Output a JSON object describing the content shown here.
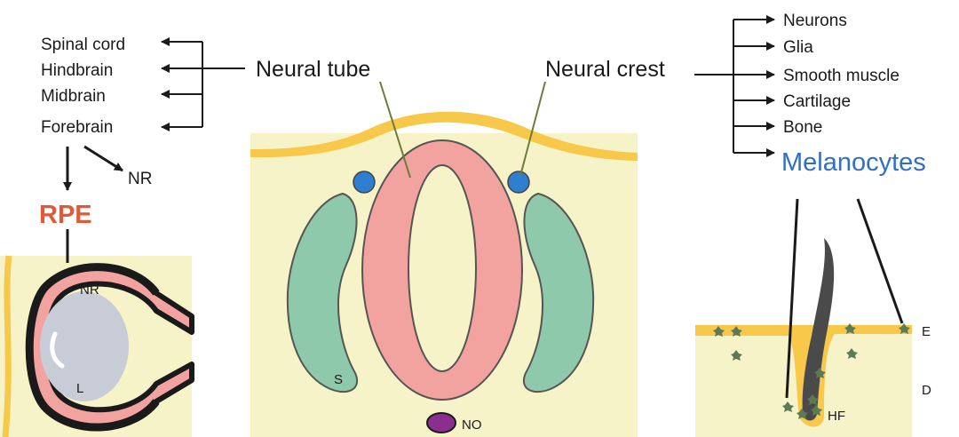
{
  "brain_regions": [
    "Spinal cord",
    "Hindbrain",
    "Midbrain",
    "Forebrain"
  ],
  "neural_tube": "Neural tube",
  "neural_crest": "Neural crest",
  "crest_derivatives": [
    "Neurons",
    "Glia",
    "Smooth muscle",
    "Cartilage",
    "Bone"
  ],
  "melanocytes": "Melanocytes",
  "forebrain_targets": {
    "nr": "NR",
    "rpe": "RPE"
  },
  "eye_labels": {
    "nr": "NR",
    "lens": "L"
  },
  "embryo_labels": {
    "somite": "S",
    "notochord": "NO"
  },
  "skin_labels": {
    "epidermis": "E",
    "dermis": "D",
    "hair_follicle": "HF"
  },
  "colors": {
    "tissue": "#f7f3c8",
    "surface": "#f7c84a",
    "neural_tube": "#f2a3a0",
    "somite": "#8fc9ac",
    "crest_cell": "#2f7fd0",
    "notochord": "#8a2f8f",
    "rpe_text": "#e05a3a",
    "melanocyte_text": "#2f6fc7",
    "lens": "#c8ccd6",
    "melanocyte": "#5d7a55"
  }
}
